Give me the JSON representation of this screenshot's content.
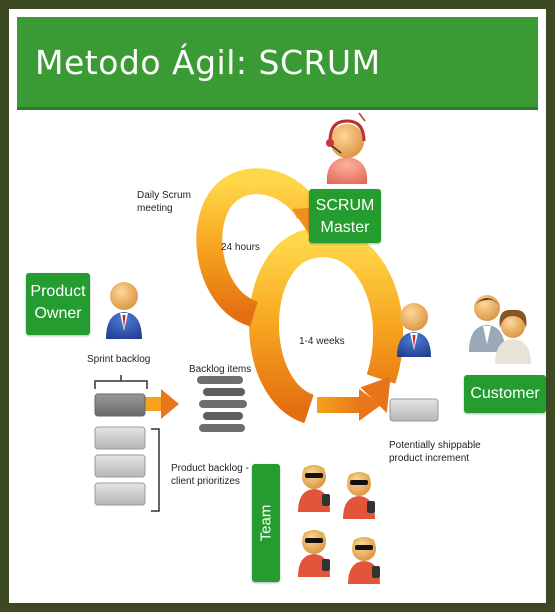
{
  "title": "Metodo Ágil: SCRUM",
  "roles": {
    "scrum_master": "SCRUM\nMaster",
    "product_owner": "Product\nOwner",
    "customer": "Customer",
    "team": "Team"
  },
  "labels": {
    "daily_scrum": "Daily Scrum\nmeeting",
    "hours24": "24 hours",
    "weeks": "1-4 weeks",
    "sprint_backlog": "Sprint backlog",
    "backlog_items": "Backlog items",
    "product_backlog": "Product backlog -\nclient prioritizes",
    "increment": "Potentially shippable\nproduct increment"
  },
  "colors": {
    "title_green": "#3a9a34",
    "box_green": "#249c2f",
    "border": "#3b4a22",
    "arrow_orange": "#f39a1e"
  }
}
